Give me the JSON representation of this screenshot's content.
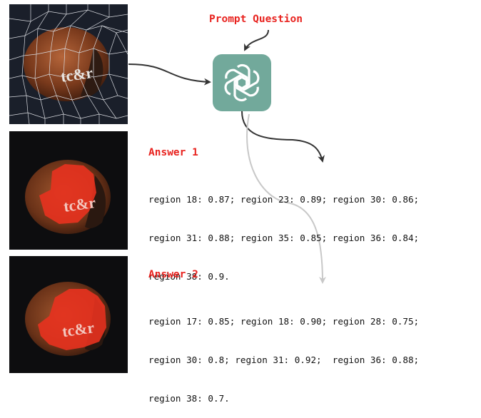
{
  "prompt": {
    "label": "Prompt Question"
  },
  "icons": {
    "model": "openai-logo-icon"
  },
  "colors": {
    "title_red": "#e8231f",
    "icon_bg": "#72a99b",
    "arrow_dark": "#333333",
    "arrow_light": "#c8c8c8",
    "highlight": "#e8321f"
  },
  "answers": [
    {
      "title": "Answer 1",
      "lines": [
        "region 18: 0.87; region 23: 0.89; region 30: 0.86;",
        "region 31: 0.88; region 35: 0.85; region 36: 0.84;",
        "region 38: 0.9."
      ]
    },
    {
      "title": "Answer 2",
      "lines": [
        "region 17: 0.85; region 18: 0.90; region 28: 0.75;",
        "region 30: 0.8; region 31: 0.92;  region 36: 0.88;",
        "region 38: 0.7."
      ]
    }
  ],
  "images": {
    "input": "segmented-hazelnut-image",
    "answer_1": "hazelnut-highlight-answer-1",
    "answer_2": "hazelnut-highlight-answer-2",
    "overlay_text": "tc&r"
  }
}
